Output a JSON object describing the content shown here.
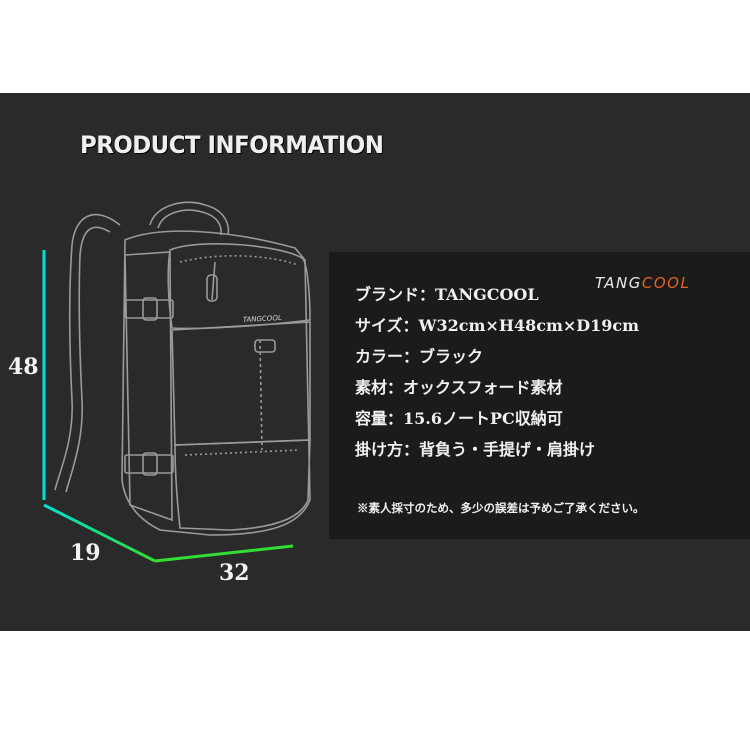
{
  "headline": "PRODUCT INFORMATION",
  "brand_logo": {
    "part1": "TANG",
    "part2": "COOL",
    "colors": {
      "part1": "#e8e8e8",
      "part2": "#e56321"
    }
  },
  "dimensions": {
    "height": "48",
    "depth": "19",
    "width": "32"
  },
  "bag_print": "TANGCOOL",
  "specs": [
    "ブランド：TANGCOOL",
    "サイズ：W32cm×H48cm×D19cm",
    "カラー：ブラック",
    "素材：オックスフォード素材",
    "容量：15.6ノートPC収納可",
    "掛け方：背負う・手提げ・肩掛け"
  ],
  "note": "※素人採寸のため、多少の誤差は予めご了承ください。",
  "colors": {
    "panel": "#2a2a2a",
    "info_box": "#1b1b1b",
    "dimension_line_start": "#00e0d0",
    "dimension_line_end": "#33dd33"
  }
}
